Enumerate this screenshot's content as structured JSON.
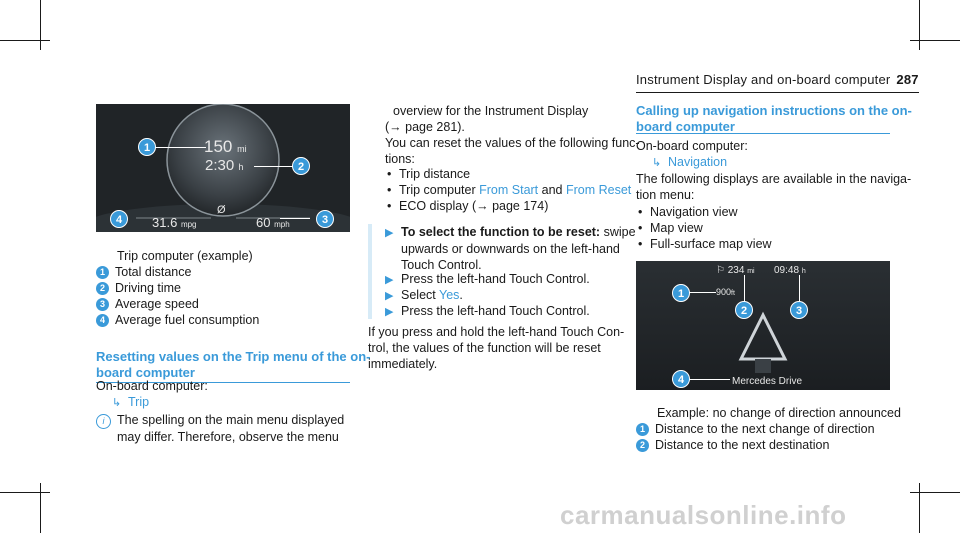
{
  "header": {
    "title": "Instrument Display and on-board computer",
    "page": "287"
  },
  "dashboard_image": {
    "distance_value": "150",
    "distance_unit": "mi",
    "time_value": "2:30",
    "time_unit": "h",
    "avg_symbol": "Ø",
    "fuel_value": "31.6",
    "fuel_unit": "mpg",
    "speed_value": "60",
    "speed_unit": "mph",
    "callouts": [
      "1",
      "2",
      "3",
      "4"
    ]
  },
  "left": {
    "caption": "Trip computer (example)",
    "legend": [
      {
        "num": "1",
        "text": "Total distance"
      },
      {
        "num": "2",
        "text": "Driving time"
      },
      {
        "num": "3",
        "text": "Average speed"
      },
      {
        "num": "4",
        "text": "Average fuel consumption"
      }
    ],
    "section_title_1": "Resetting values on the Trip menu of the on-",
    "section_title_2": "board computer",
    "onboard": "On-board computer:",
    "menu_path": "Trip",
    "note_1": "The spelling on the main menu displayed",
    "note_2": "may differ. Therefore, observe the menu"
  },
  "middle": {
    "lines": [
      "overview for the Instrument Display",
      "(→ page 281).",
      "You can reset the values of the following func-",
      "tions:"
    ],
    "bullets": [
      {
        "pre": "Trip distance",
        "blue1": "",
        "mid": "",
        "blue2": ""
      },
      {
        "pre": "Trip computer ",
        "blue1": "From Start",
        "mid": " and ",
        "blue2": "From Reset"
      },
      {
        "pre": "ECO display (→ page 174)",
        "blue1": "",
        "mid": "",
        "blue2": ""
      }
    ],
    "step1_bold": "To select the function to be reset:",
    "step1_rest": " swipe",
    "step1_l2": "upwards or downwards on the left-hand",
    "step1_l3": "Touch Control.",
    "step2": "Press the left-hand Touch Control.",
    "step3_pre": "Select ",
    "step3_blue": "Yes",
    "step3_post": ".",
    "step4": "Press the left-hand Touch Control.",
    "final": [
      "If you press and hold the left-hand Touch Con-",
      "trol, the values of the function will be reset",
      "immediately."
    ]
  },
  "right": {
    "section_title_1": "Calling up navigation instructions on the on-",
    "section_title_2": "board computer",
    "onboard": "On-board computer:",
    "menu_path": "Navigation",
    "desc_1": "The following displays are available in the naviga-",
    "desc_2": "tion menu:",
    "bullets": [
      "Navigation view",
      "Map view",
      "Full-surface map view"
    ],
    "caption": "Example: no change of direction announced",
    "legend": [
      {
        "num": "1",
        "text": "Distance to the next change of direction"
      },
      {
        "num": "2",
        "text": "Distance to the next destination"
      }
    ]
  },
  "nav_image": {
    "flag": "⚐",
    "dest_distance": "234",
    "dest_unit": "mi",
    "arrival": "09:48",
    "arrival_unit": "h",
    "next_distance": "900",
    "next_unit": "ft",
    "street": "Mercedes Drive",
    "callouts": [
      "1",
      "2",
      "3",
      "4"
    ]
  },
  "footer": {
    "watermark": "carmanualsonline.info"
  }
}
